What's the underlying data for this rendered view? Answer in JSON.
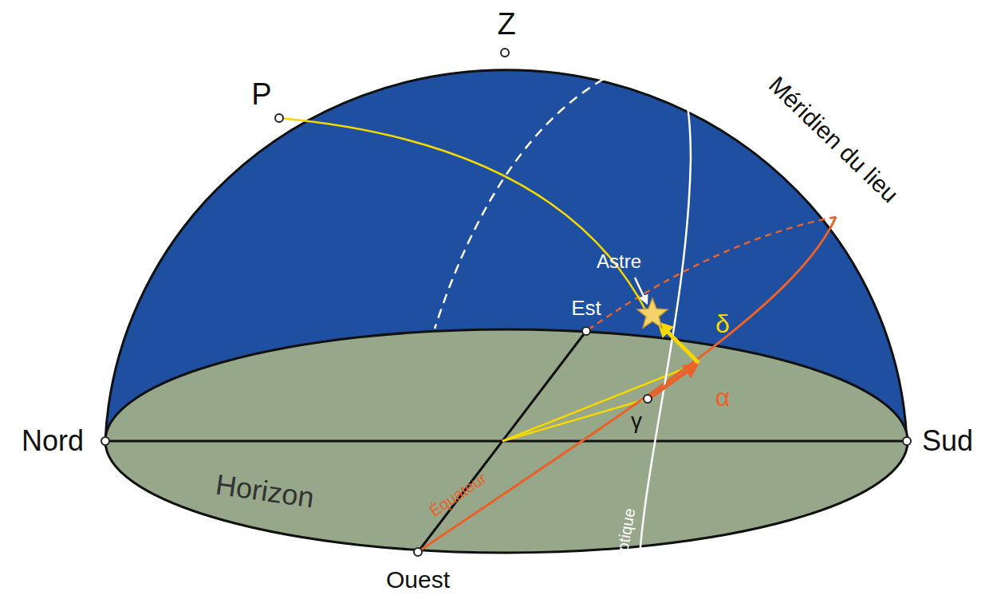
{
  "diagram": {
    "labels": [
      "Z",
      "P",
      "Méridien du lieu",
      "Astre",
      "Est",
      "δ",
      "Nord",
      "Sud",
      "γ",
      "α",
      "Équateur",
      "Écliptique",
      "Horizon",
      "Ouest"
    ]
  }
}
